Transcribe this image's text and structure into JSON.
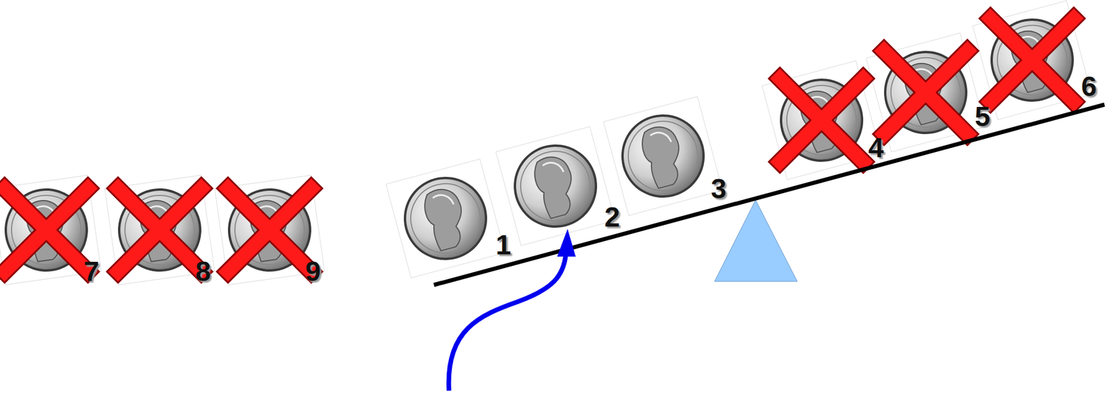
{
  "diagram": {
    "labels": [
      "7",
      "8",
      "9",
      "1",
      "2",
      "3",
      "4",
      "5",
      "6"
    ]
  }
}
